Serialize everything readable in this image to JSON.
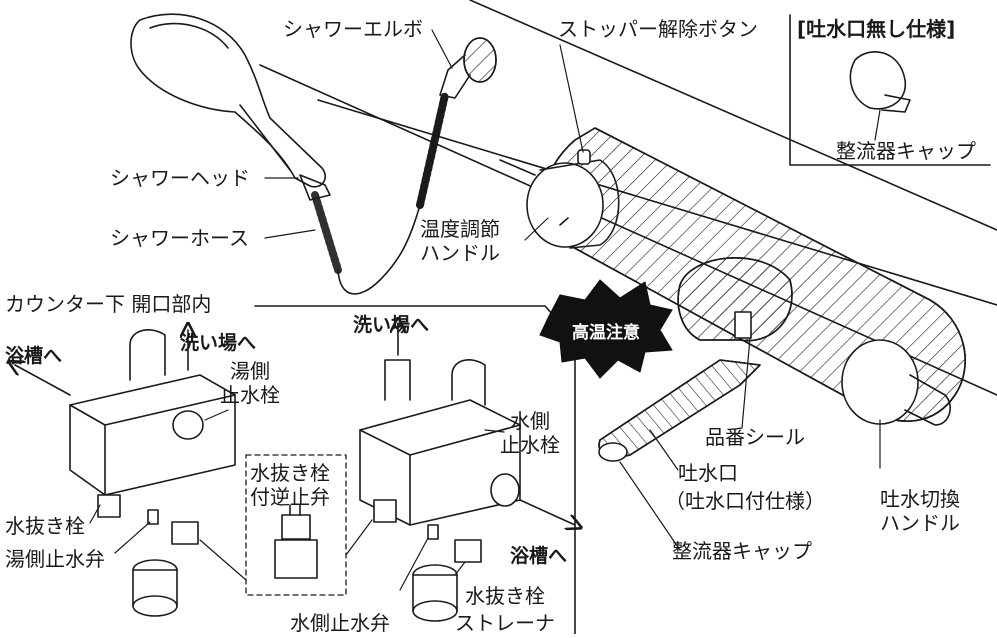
{
  "labels": {
    "shower_elbow": "シャワーエルボ",
    "stopper_release": "ストッパー解除ボタン",
    "no_spout_spec": "[吐水口無し仕様]",
    "aerator_cap_top": "整流器キャップ",
    "shower_head": "シャワーヘッド",
    "shower_hose": "シャワーホース",
    "temp_handle_1": "温度調節",
    "temp_handle_2": "ハンドル",
    "under_counter": "カウンター下 開口部内",
    "high_temp": "高温注意",
    "to_bath_left": "浴槽へ",
    "to_wash_left": "洗い場へ",
    "to_wash_right": "洗い場へ",
    "hot_stop_1": "湯側",
    "hot_stop_2": "止水栓",
    "cold_stop_1": "水側",
    "cold_stop_2": "止水栓",
    "model_seal": "品番シール",
    "drain_check_1": "水抜き栓",
    "drain_check_2": "付逆止弁",
    "drain_plug_left": "水抜き栓",
    "hot_stop_valve": "湯側止水弁",
    "spout_1": "吐水口",
    "spout_2": "（吐水口付仕様）",
    "switch_handle_1": "吐水切換",
    "switch_handle_2": "ハンドル",
    "aerator_cap_bottom": "整流器キャップ",
    "to_bath_right": "浴槽へ",
    "cold_stop_valve": "水側止水弁",
    "drain_plug_right": "水抜き栓",
    "strainer": "ストレーナ"
  },
  "colors": {
    "ink": "#1a1a1a",
    "badge_bg": "#111111",
    "badge_text": "#ffffff",
    "paper": "#ffffff"
  }
}
